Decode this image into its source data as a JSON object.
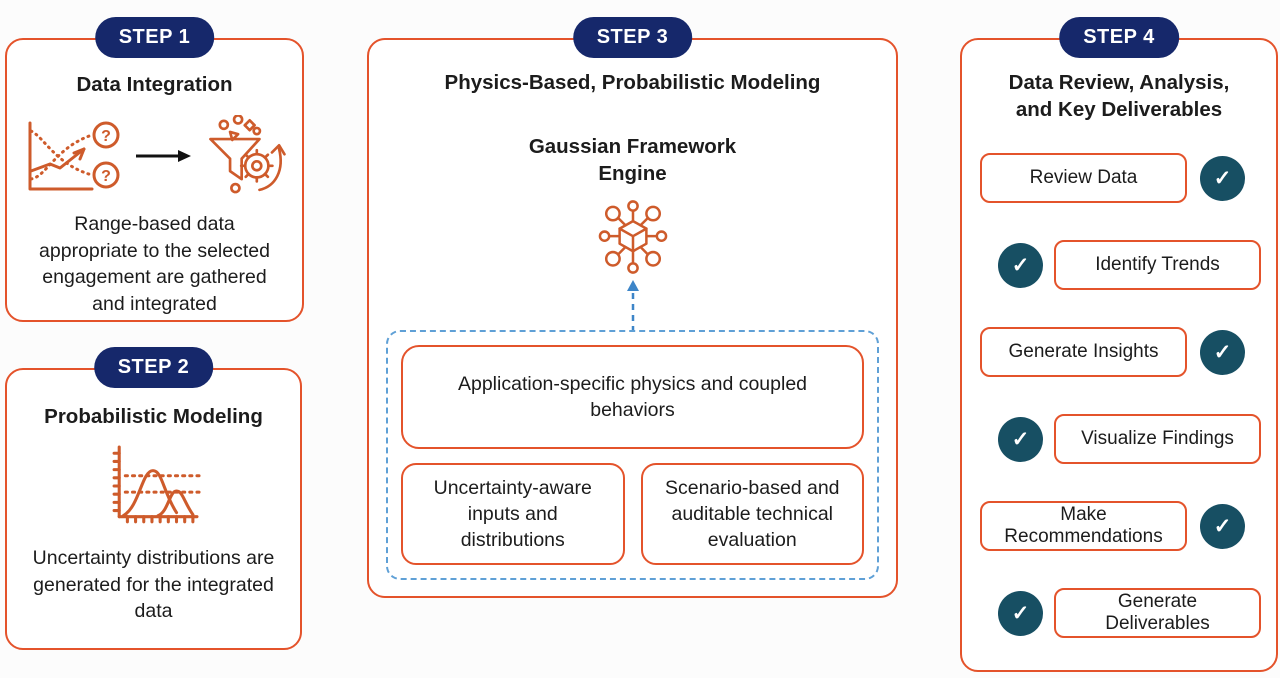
{
  "palette": {
    "accent_orange": "#E4532B",
    "icon_orange": "#CE5B2B",
    "navy_badge": "#16286B",
    "check_teal": "#174F63",
    "dashed_blue": "#5FA0D6",
    "text": "#1C1C1C"
  },
  "icons": {
    "check_glyph": "✓",
    "question_glyph": "?"
  },
  "steps": {
    "step1": {
      "badge": "STEP 1",
      "title": "Data Integration",
      "description": "Range-based data\nappropriate to the selected\nengagement are gathered\nand integrated"
    },
    "step2": {
      "badge": "STEP 2",
      "title": "Probabilistic Modeling",
      "description": "Uncertainty distributions are\ngenerated for the integrated\ndata"
    },
    "step3": {
      "badge": "STEP 3",
      "title": "Physics-Based, Probabilistic Modeling",
      "subtitle": "Gaussian Framework\nEngine",
      "box_main": "Application-specific physics and coupled\nbehaviors",
      "box_left": "Uncertainty-aware\ninputs and\ndistributions",
      "box_right": "Scenario-based and\nauditable technical\nevaluation"
    },
    "step4": {
      "badge": "STEP 4",
      "title": "Data Review, Analysis,\nand Key Deliverables",
      "tasks": [
        {
          "label": "Review Data",
          "check_side": "right"
        },
        {
          "label": "Identify Trends",
          "check_side": "left"
        },
        {
          "label": "Generate Insights",
          "check_side": "right"
        },
        {
          "label": "Visualize Findings",
          "check_side": "left"
        },
        {
          "label": "Make\nRecommendations",
          "check_side": "right"
        },
        {
          "label": "Generate\nDeliverables",
          "check_side": "left"
        }
      ]
    }
  }
}
